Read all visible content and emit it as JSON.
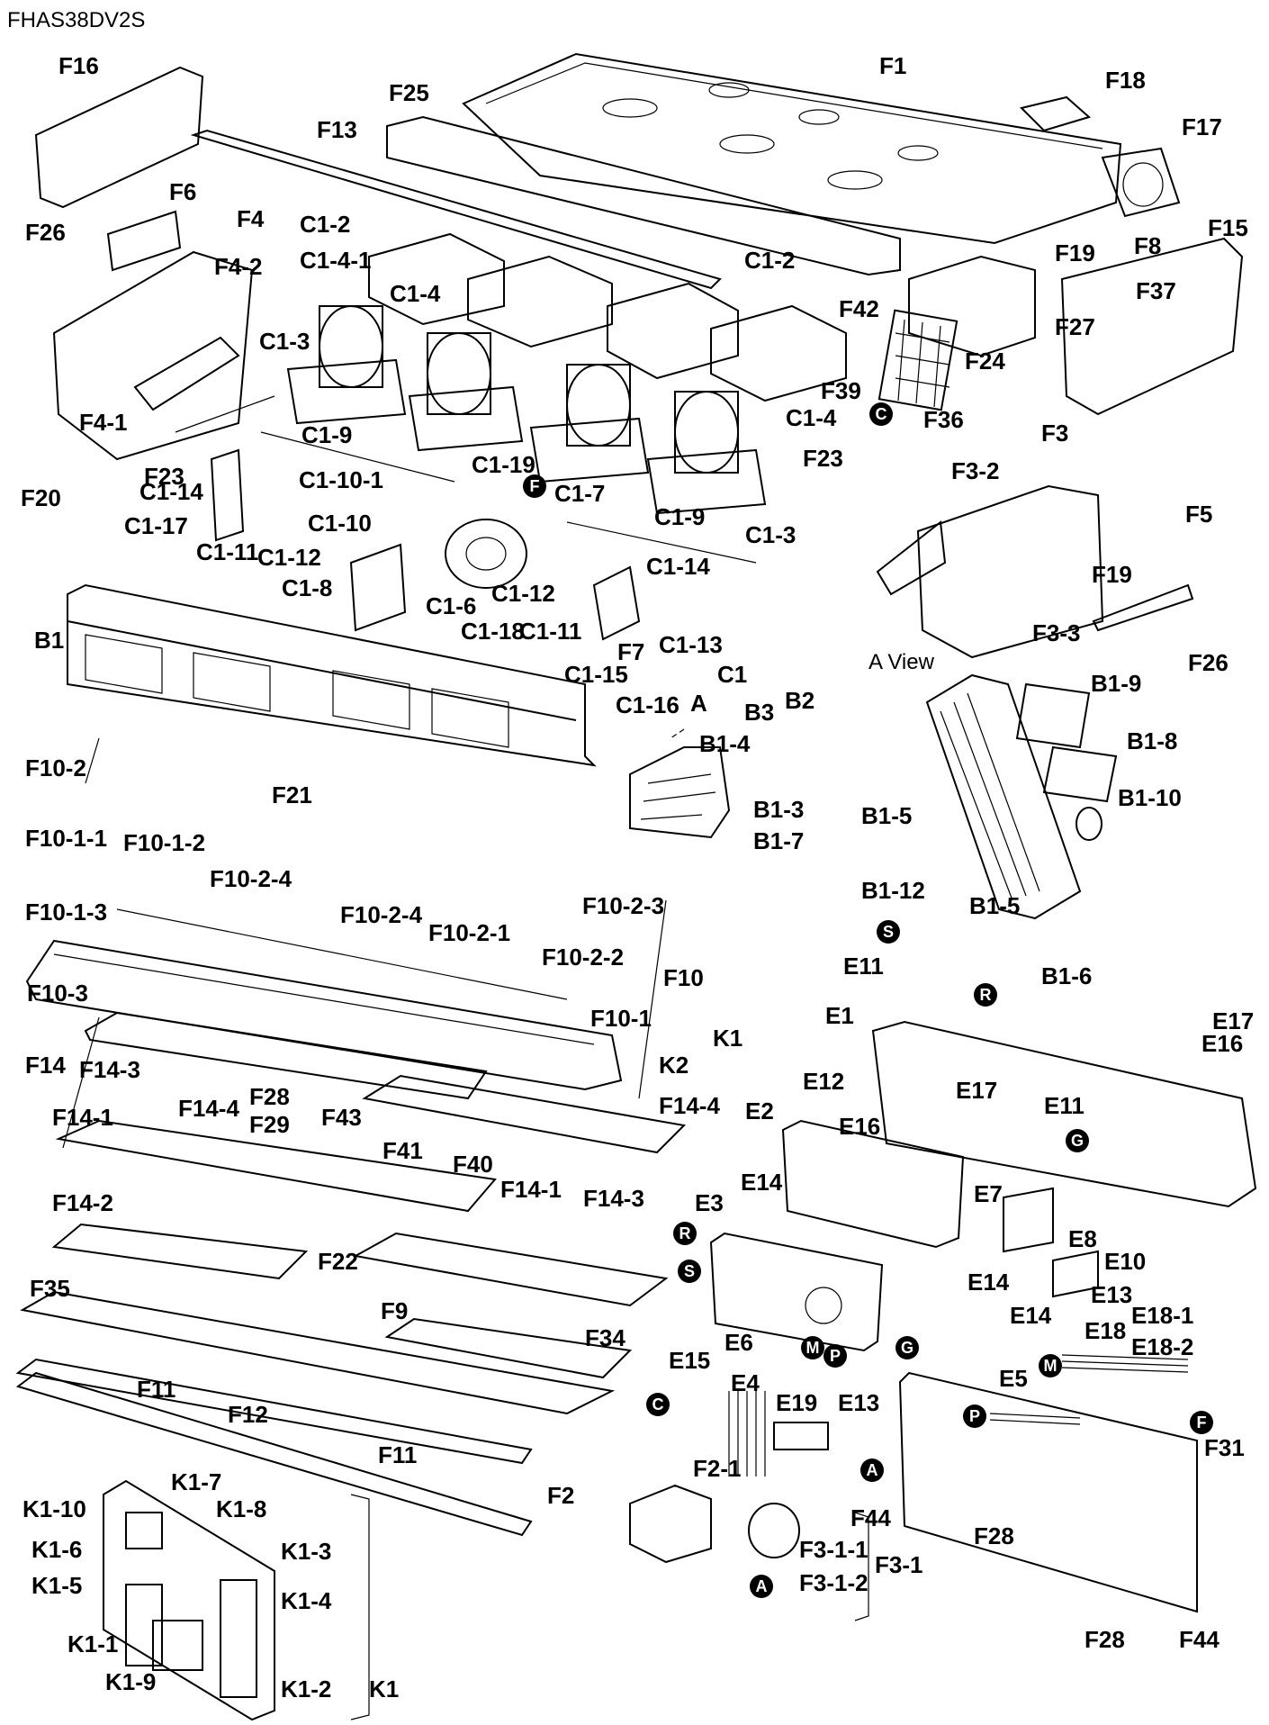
{
  "model": "FHAS38DV2S",
  "view_label": "A View",
  "labels": [
    "F16",
    "F25",
    "F1",
    "F18",
    "F17",
    "F13",
    "F15",
    "F6",
    "F4",
    "C1-2",
    "F26",
    "C1-4-1",
    "F4-2",
    "C1-4",
    "F19",
    "F8",
    "F37",
    "F42",
    "C1-3",
    "F27",
    "F24",
    "F39",
    "F36",
    "F4-1",
    "F23",
    "C1-9",
    "C1-19",
    "C1-7",
    "F20",
    "C1-14",
    "C1-10-1",
    "C1-17",
    "C1-10",
    "C1-11",
    "C1-12",
    "C1-6",
    "C1-8",
    "C1-18",
    "C1-13",
    "C1",
    "B1",
    "C1-15",
    "F7",
    "C1-16",
    "F3",
    "F3-2",
    "F5",
    "F3-3",
    "B1-9",
    "B1-8",
    "B1-10",
    "B1-5",
    "B1-12",
    "B1-6",
    "B3",
    "B2",
    "B1-4",
    "B1-3",
    "B1-7",
    "F10-2",
    "F21",
    "F10-1-1",
    "F10-1-2",
    "F10-2-4",
    "F10-2-3",
    "F10-1-3",
    "F10-2-1",
    "F10-2-2",
    "F10",
    "F10-3",
    "F10-1",
    "K1",
    "K2",
    "F14",
    "F14-3",
    "F14-4",
    "F28",
    "F29",
    "F43",
    "F14-1",
    "F41",
    "F40",
    "E11",
    "E1",
    "E16",
    "E17",
    "E12",
    "E2",
    "E14",
    "E7",
    "E8",
    "E10",
    "E13",
    "F14-2",
    "E3",
    "F35",
    "F22",
    "F9",
    "F34",
    "E15",
    "E6",
    "E4",
    "E19",
    "E18",
    "E18-1",
    "E18-2",
    "E5",
    "F11",
    "F12",
    "F2",
    "F2-1",
    "F31",
    "F44",
    "K1-10",
    "K1-7",
    "K1-8",
    "K1-6",
    "K1-3",
    "K1-5",
    "K1-4",
    "K1-1",
    "K1-9",
    "K1-2",
    "F3-1-1",
    "F3-1",
    "F3-1-2"
  ],
  "markers": [
    "F",
    "C",
    "S",
    "R",
    "G",
    "M",
    "P",
    "A"
  ]
}
